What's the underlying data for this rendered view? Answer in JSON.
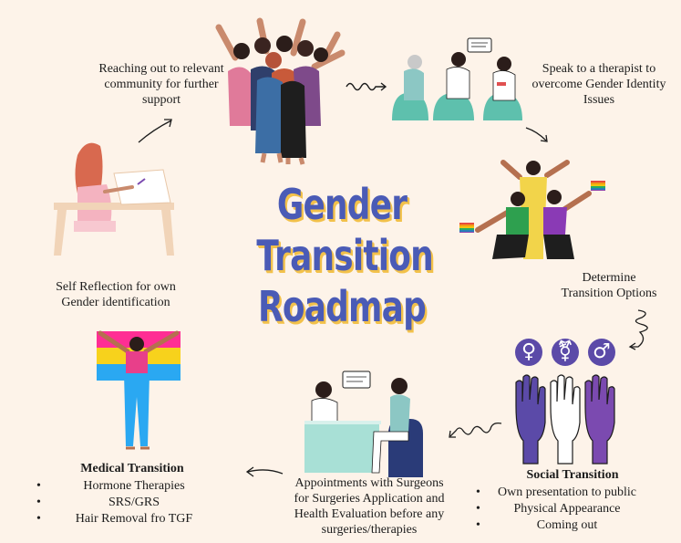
{
  "title": {
    "line1": "Gender",
    "line2": "Transition",
    "line3": "Roadmap"
  },
  "steps": {
    "community": {
      "line1": "Reaching out to relevant",
      "line2": "community for further",
      "line3": "support"
    },
    "therapist": {
      "line1": "Speak to a therapist to",
      "line2": "overcome Gender Identity",
      "line3": "Issues"
    },
    "options": {
      "line1": "Determine",
      "line2": "Transition Options"
    },
    "self_reflection": {
      "line1": "Self Reflection for own",
      "line2": "Gender identification"
    },
    "social": {
      "heading": "Social Transition",
      "items": [
        "Own presentation to public",
        "Physical Appearance",
        "Coming out"
      ]
    },
    "appointments": {
      "line1": "Appointments with Surgeons",
      "line2": "for Surgeries Application and",
      "line3": "Health Evaluation before any",
      "line4": "surgeries/therapies"
    },
    "medical": {
      "heading": "Medical Transition",
      "items": [
        "Hormone Therapies",
        "SRS/GRS",
        "Hair Removal fro TGF"
      ]
    }
  },
  "symbols": {
    "female": "♀",
    "transgender": "⚧",
    "male": "♂"
  },
  "colors": {
    "background": "#fdf3e9",
    "title": "#4a5bb6",
    "title_shadow": "#f2c14a",
    "purple": "#5b4aa8",
    "violet": "#7b4ab0"
  }
}
